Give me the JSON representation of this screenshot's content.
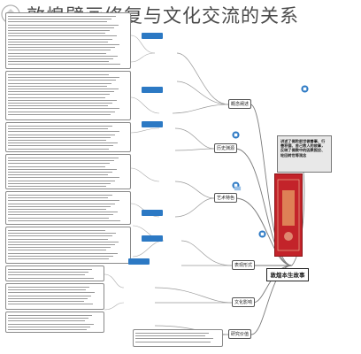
{
  "title": "敦煌壁画修复与文化交流的关系",
  "root": {
    "label": "敦煌本生故事"
  },
  "callout": {
    "text": "讲述了佛陀前世做善事、行善积德、舍己救人的故事，反映了佛教中的因果报应、轮回转世等观念"
  },
  "branches": [
    {
      "label": "概念阐述"
    },
    {
      "label": "历史渊源"
    },
    {
      "label": "艺术特色"
    },
    {
      "label": "表现形式"
    },
    {
      "label": "文化影响"
    },
    {
      "label": "研究价值"
    }
  ],
  "colors": {
    "accent_blue": "#2c79c4",
    "cover_red": "#c3232a",
    "line_gray": "#9a9a9a",
    "callout_bg": "#e8e8e8"
  },
  "icons": [
    "document-icon",
    "folder-icon",
    "node-link-icon"
  ]
}
